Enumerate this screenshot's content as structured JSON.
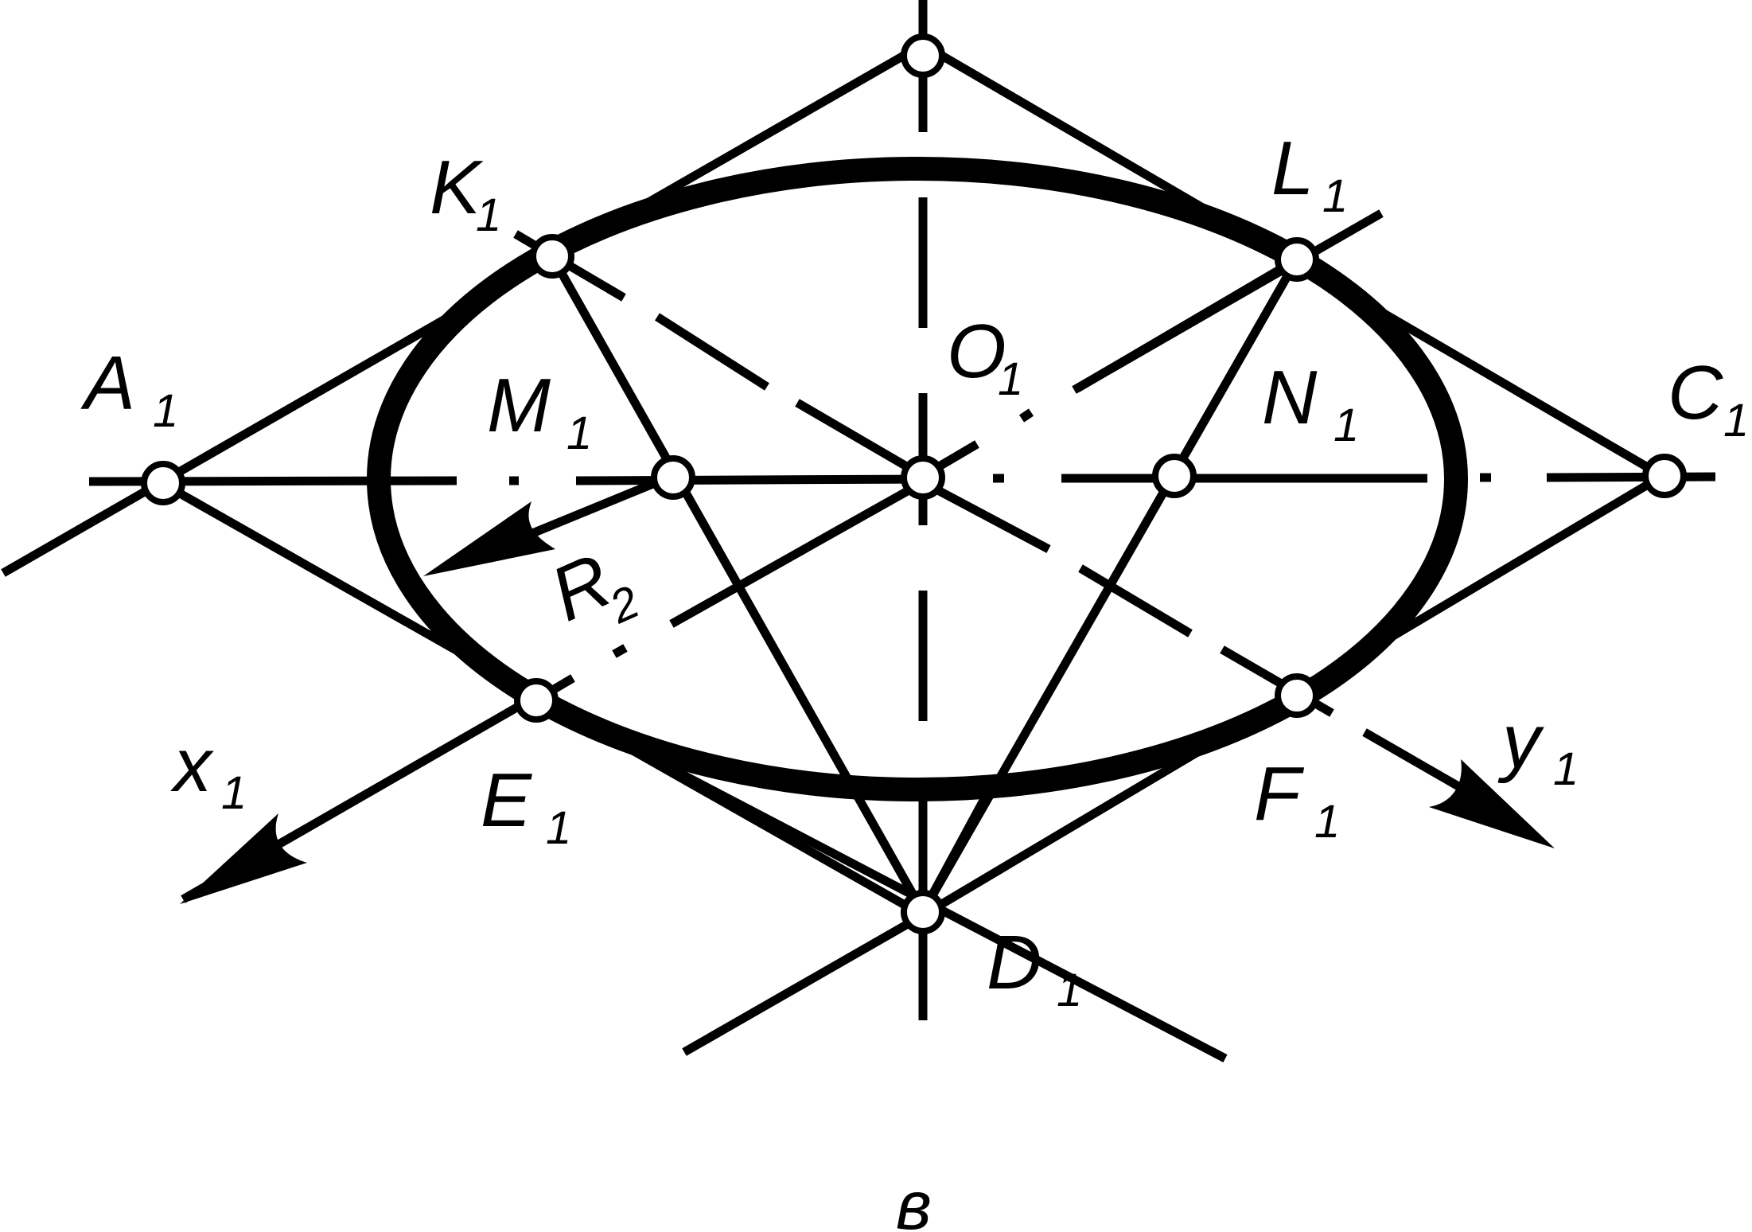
{
  "points": {
    "A": {
      "letter": "A",
      "sub": "1"
    },
    "K": {
      "letter": "K",
      "sub": "1"
    },
    "L": {
      "letter": "L",
      "sub": "1"
    },
    "C": {
      "letter": "C",
      "sub": "1"
    },
    "M": {
      "letter": "M",
      "sub": "1"
    },
    "N": {
      "letter": "N",
      "sub": "1"
    },
    "O": {
      "letter": "O",
      "sub": "1"
    },
    "E": {
      "letter": "E",
      "sub": "1"
    },
    "F": {
      "letter": "F",
      "sub": "1"
    },
    "D": {
      "letter": "D",
      "sub": "1"
    }
  },
  "axes": {
    "x": {
      "letter": "x",
      "sub": "1"
    },
    "y": {
      "letter": "y",
      "sub": "1"
    }
  },
  "radius": {
    "letter": "R",
    "sub": "2"
  },
  "caption": "в"
}
